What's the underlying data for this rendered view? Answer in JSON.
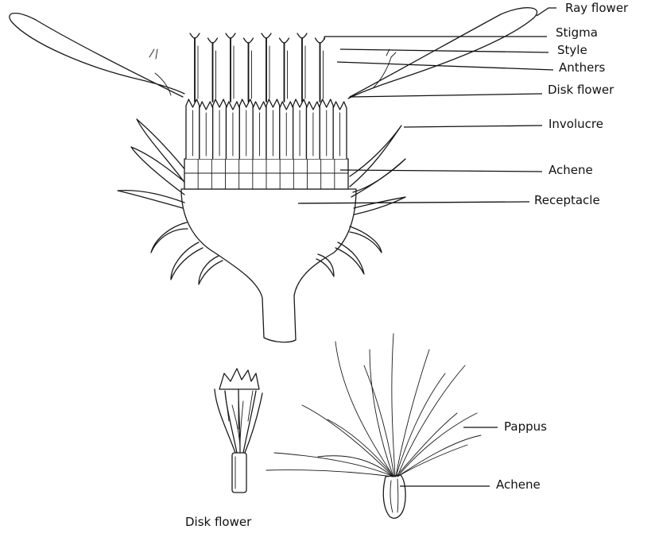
{
  "labels": {
    "ray_flower": "Ray flower",
    "stigma": "Stigma",
    "style": "Style",
    "anthers": "Anthers",
    "disk_flower": "Disk flower",
    "involucre": "Involucre",
    "achene": "Achene",
    "receptacle": "Receptacle",
    "pappus": "Pappus",
    "achene_detail": "Achene",
    "disk_flower_caption": "Disk flower"
  }
}
